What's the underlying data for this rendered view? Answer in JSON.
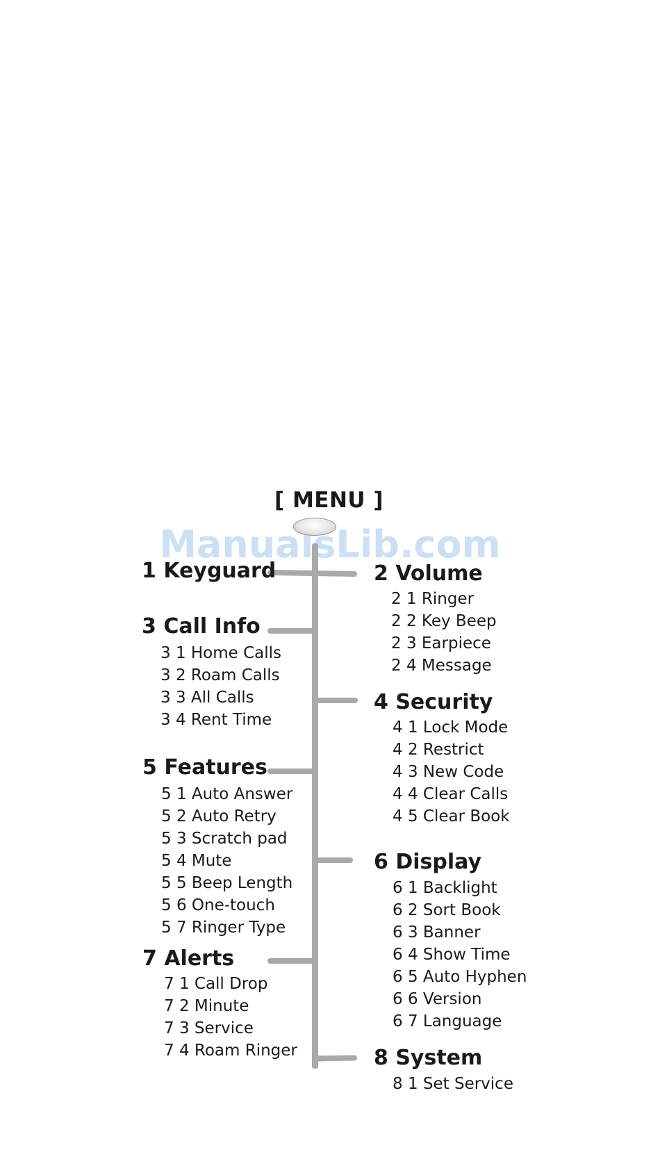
{
  "watermark": "ManualsLib.com",
  "menu_title": "[ MENU ]",
  "sections": [
    {
      "heading": "1 Keyguard",
      "items": []
    },
    {
      "heading": "2 Volume",
      "items": [
        "2 1 Ringer",
        "2 2 Key Beep",
        "2 3 Earpiece",
        "2 4 Message"
      ]
    },
    {
      "heading": "3 Call Info",
      "items": [
        "3 1 Home Calls",
        "3 2 Roam Calls",
        "3 3 All Calls",
        "3 4 Rent Time"
      ]
    },
    {
      "heading": "4 Security",
      "items": [
        "4 1 Lock Mode",
        "4 2 Restrict",
        "4 3 New Code",
        "4 4 Clear Calls",
        "4 5 Clear Book"
      ]
    },
    {
      "heading": "5 Features",
      "items": [
        "5 1 Auto Answer",
        "5 2 Auto Retry",
        "5 3 Scratch pad",
        "5 4 Mute",
        "5 5 Beep Length",
        "5 6 One-touch",
        "5 7 Ringer Type"
      ]
    },
    {
      "heading": "6 Display",
      "items": [
        "6 1 Backlight",
        "6 2 Sort Book",
        "6 3 Banner",
        "6 4 Show Time",
        "6 5 Auto Hyphen",
        "6 6 Version",
        "6 7 Language"
      ]
    },
    {
      "heading": "7 Alerts",
      "items": [
        "7 1 Call Drop",
        "7 2 Minute",
        "7 3 Service",
        "7 4 Roam Ringer"
      ]
    },
    {
      "heading": "8 System",
      "items": [
        "8 1 Set Service"
      ]
    }
  ]
}
